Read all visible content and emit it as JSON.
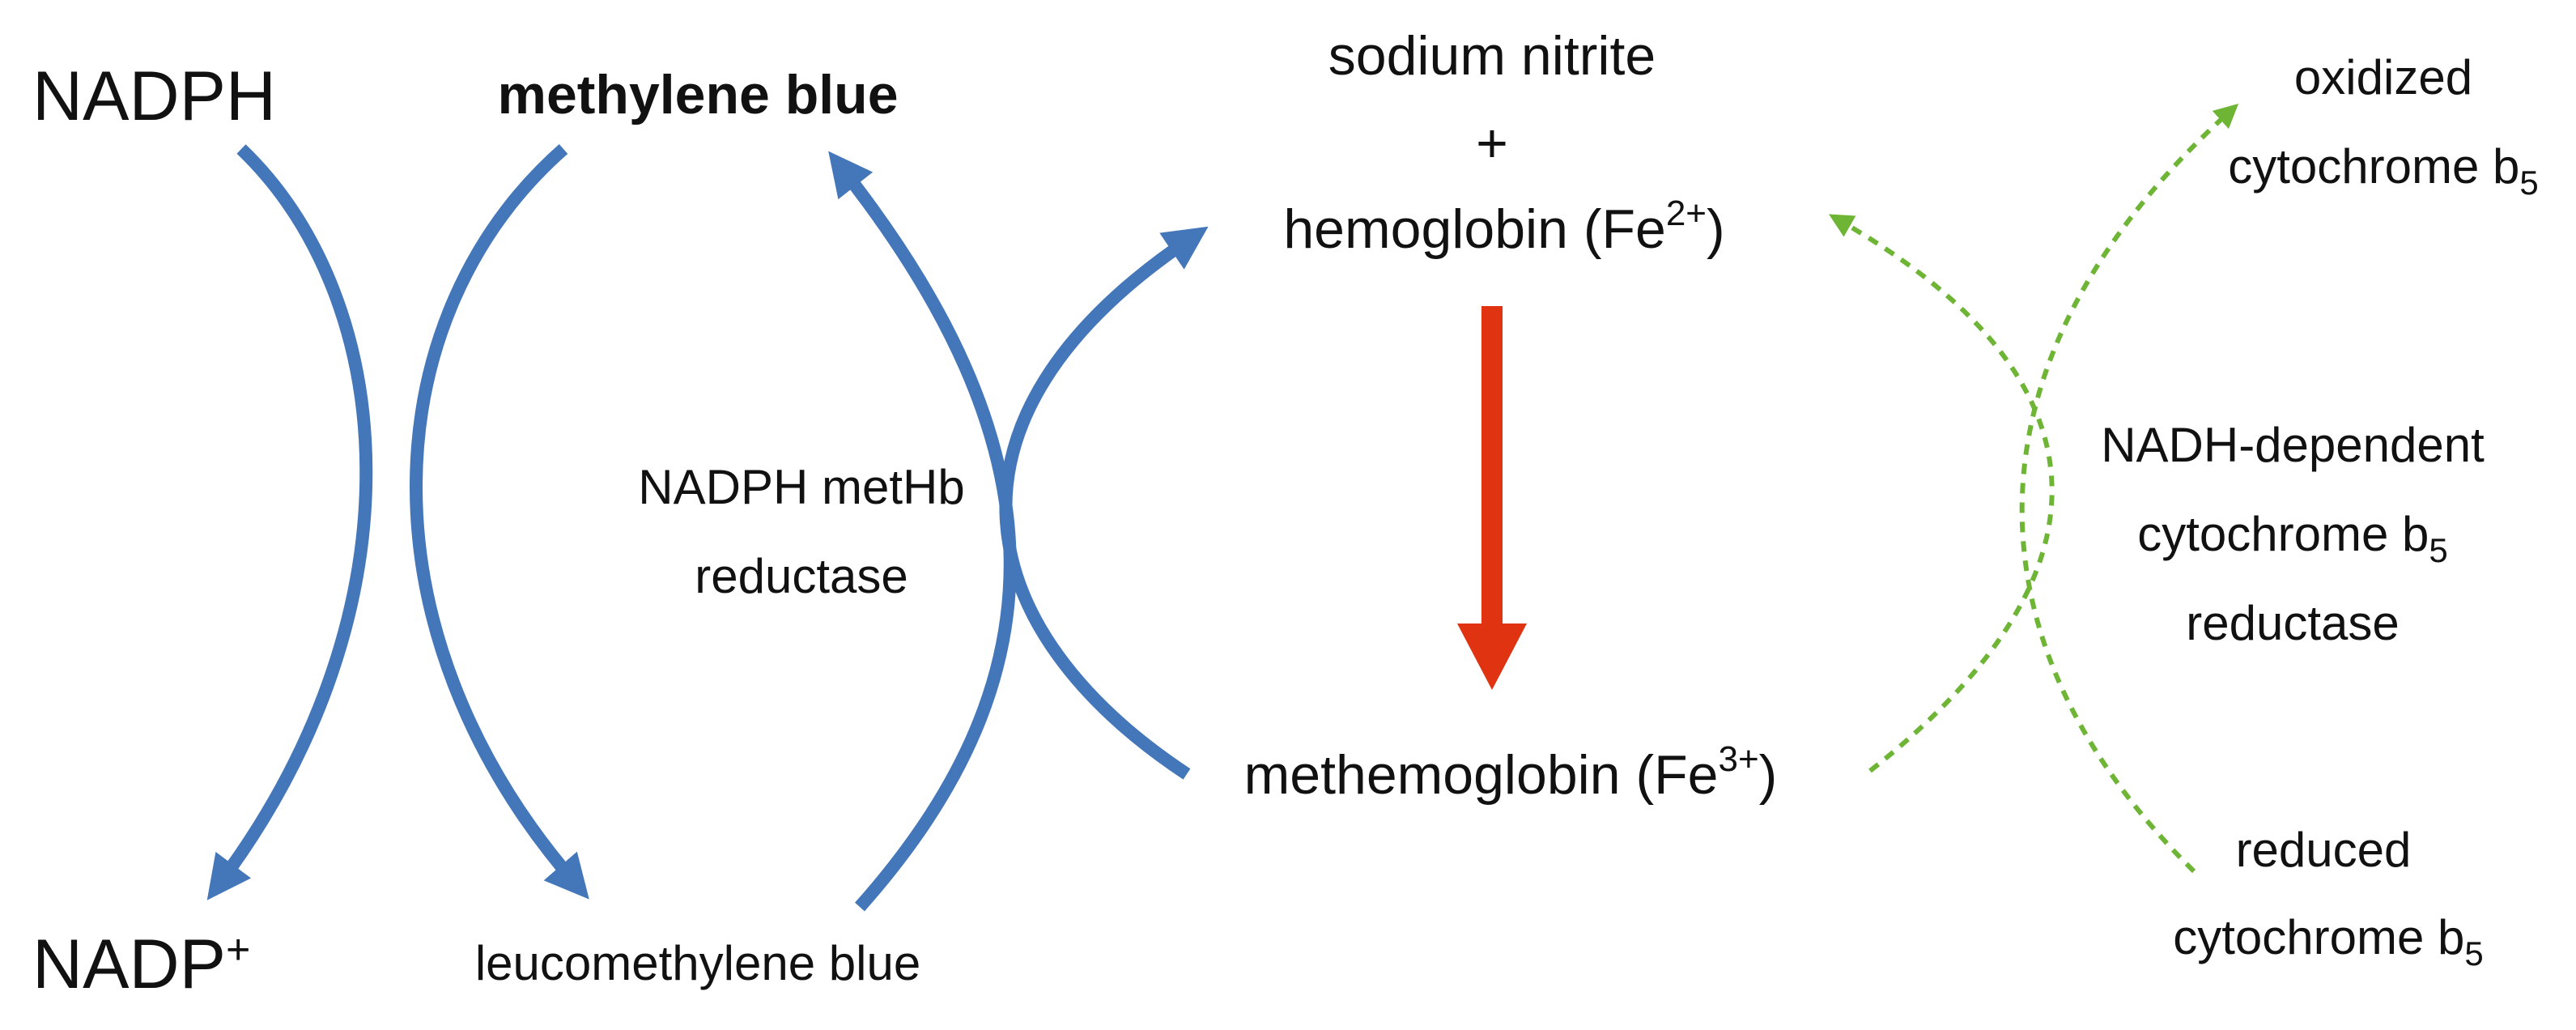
{
  "labels": {
    "nadph": "NADPH",
    "nadp_main": "NADP",
    "nadp_sup": "+",
    "methylene_blue": "methylene blue",
    "leucomethylene_blue": "leucomethylene blue",
    "nadph_reductase_line1": "NADPH metHb",
    "nadph_reductase_line2": "reductase",
    "sodium_nitrite": "sodium nitrite",
    "plus": "+",
    "hemoglobin_main": "hemoglobin (Fe",
    "hemoglobin_sup": "2+",
    "hemoglobin_close": ")",
    "methemoglobin_main": "methemoglobin (Fe",
    "methemoglobin_sup": "3+",
    "methemoglobin_close": ")",
    "oxidized_line1": "oxidized",
    "oxidized_line2_main": "cytochrome b",
    "oxidized_line2_sub": "5",
    "nadh_line1": "NADH-dependent",
    "nadh_line2_main": "cytochrome b",
    "nadh_line2_sub": "5",
    "nadh_line3": "reductase",
    "reduced_line1": "reduced",
    "reduced_line2_main": "cytochrome b",
    "reduced_line2_sub": "5"
  },
  "colors": {
    "blue_arrow": "#4477b9",
    "red_arrow": "#e03312",
    "green_arrow": "#6eb536",
    "text": "#111111"
  }
}
